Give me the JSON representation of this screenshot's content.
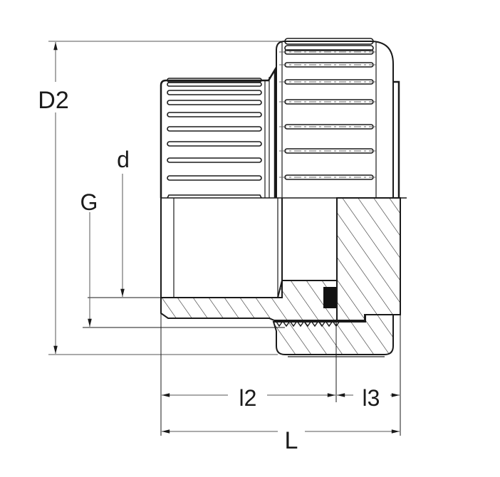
{
  "diagram": {
    "type": "technical-drawing",
    "subject": "pipe union fitting cross-section with knurled union nut",
    "colors": {
      "line": "#1a1a1a",
      "dim_line": "#444444",
      "seal": "#111111",
      "background": "#ffffff"
    },
    "dimensions": {
      "D2": {
        "label": "D2"
      },
      "d": {
        "label": "d"
      },
      "G": {
        "label": "G"
      },
      "l2": {
        "label": "l2"
      },
      "l3": {
        "label": "l3"
      },
      "L": {
        "label": "L"
      }
    }
  }
}
